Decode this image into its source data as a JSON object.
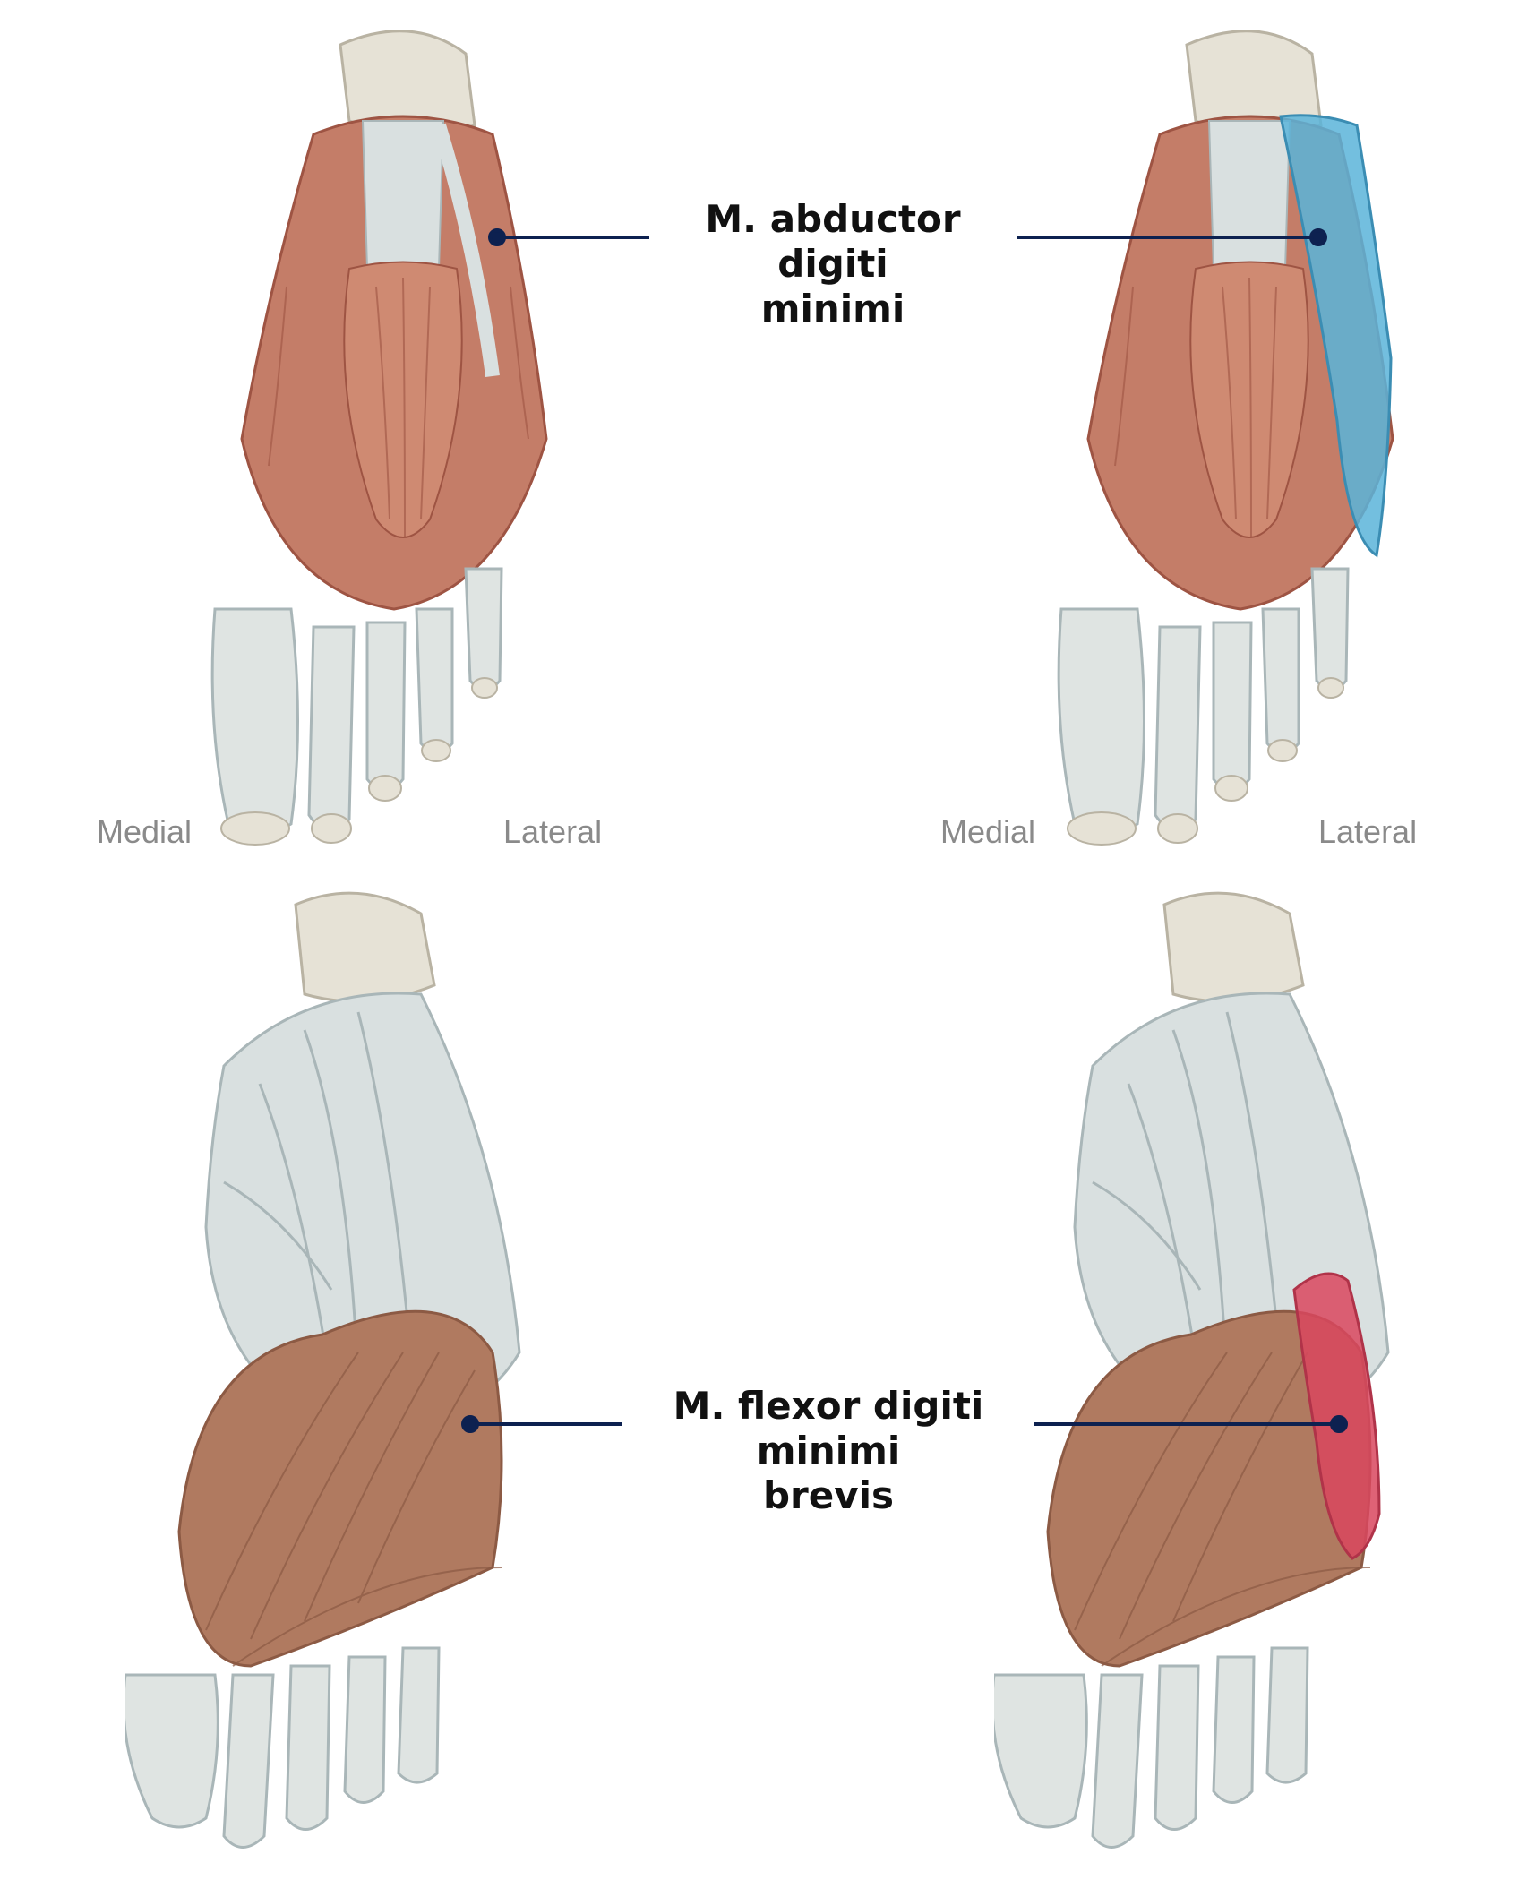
{
  "labels": {
    "top_callout_line1": "M. abductor digiti",
    "top_callout_line2": "minimi",
    "bottom_callout_line1": "M. flexor digiti minimi",
    "bottom_callout_line2": "brevis",
    "medial": "Medial",
    "lateral": "Lateral"
  },
  "colors": {
    "muscle": "#c47d68",
    "muscle_dark": "#9e5443",
    "muscle_deep": "#b07a60",
    "tendon": "#d9e0e0",
    "tendon_shadow": "#a9b6b8",
    "bone": "#e6e2d6",
    "bone_shadow": "#b9b3a3",
    "highlight_abductor": "#5ab4d9",
    "highlight_flexor": "#d9475e",
    "leader_line": "#0d2150",
    "side_label": "#8a8a8a"
  }
}
